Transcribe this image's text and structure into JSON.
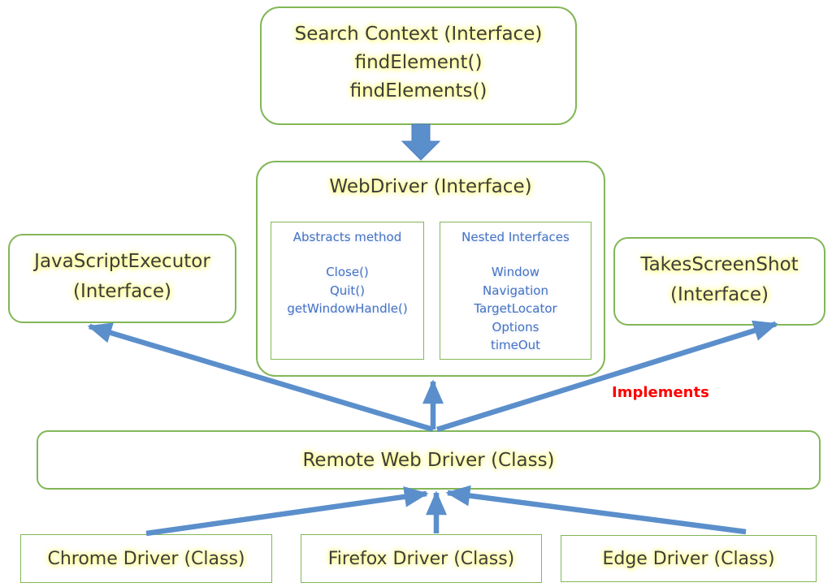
{
  "diagram": {
    "search_context": {
      "title": "Search Context (Interface)",
      "method1": "findElement()",
      "method2": "findElements()"
    },
    "webdriver": {
      "title": "WebDriver (Interface)",
      "abstract_methods": {
        "title": "Abstracts method",
        "items": [
          "Close()",
          "Quit()",
          "getWindowHandle()"
        ]
      },
      "nested_interfaces": {
        "title": "Nested Interfaces",
        "items": [
          "Window",
          "Navigation",
          "TargetLocator",
          "Options",
          "timeOut"
        ]
      }
    },
    "javascript_executor": {
      "line1": "JavaScriptExecutor",
      "line2": "(Interface)"
    },
    "takes_screenshot": {
      "line1": "TakesScreenShot",
      "line2": "(Interface)"
    },
    "implements_label": "Implements",
    "remote_webdriver": {
      "title": "Remote Web Driver (Class)"
    },
    "drivers": [
      {
        "label": "Chrome Driver (Class)"
      },
      {
        "label": "Firefox Driver (Class)"
      },
      {
        "label": "Edge Driver (Class)"
      }
    ]
  },
  "colors": {
    "box_border": "#82b757",
    "arrow_blue": "#5b8fcb",
    "glow_text": "#3d3d3d",
    "blue_text": "#4472c4",
    "implements_red": "#ff0000"
  }
}
